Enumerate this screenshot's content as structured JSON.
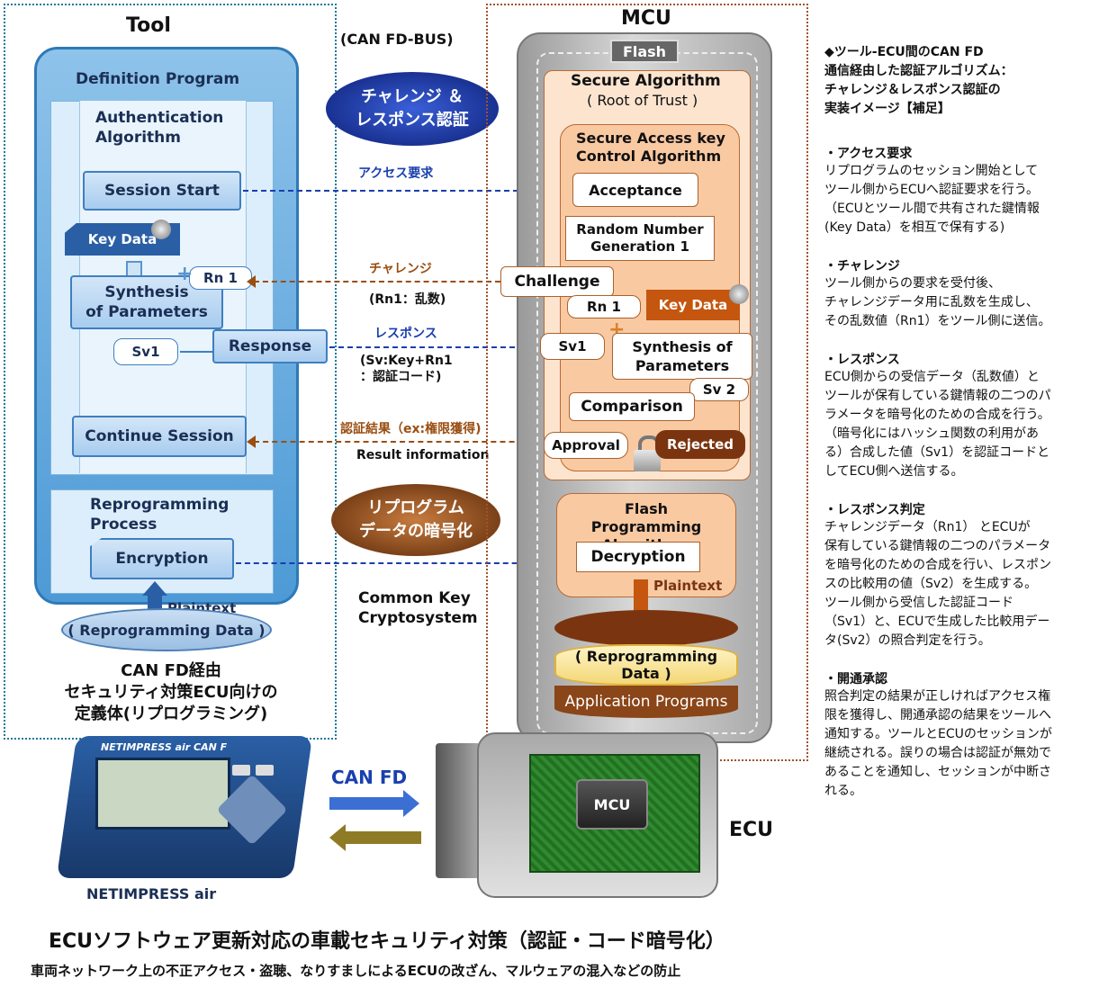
{
  "tool": {
    "title": "Tool",
    "definition_program": "Definition Program",
    "auth_algorithm": "Authentication\nAlgorithm",
    "session_start": "Session Start",
    "key_data": "Key Data",
    "rn1": "Rn 1",
    "synthesis": "Synthesis\nof Parameters",
    "sv1": "Sv1",
    "response": "Response",
    "continue_session": "Continue Session",
    "reprogramming_process": "Reprogramming\nProcess",
    "encryption": "Encryption",
    "plaintext": "Plaintext",
    "reprogramming_data": "( Reprogramming Data )",
    "caption": "CAN FD経由\nセキュリティ対策ECU向けの\n定義体(リプログラミング)"
  },
  "bus": {
    "can_fd_bus": "(CAN FD-BUS)",
    "challenge_response_badge": "チャレンジ ＆\nレスポンス認証",
    "access_request": "アクセス要求",
    "challenge": "チャレンジ",
    "rn1_random": "(Rn1：乱数)",
    "response": "レスポンス",
    "sv_formula": "(Sv:Key+Rn1\n：認証コード)",
    "auth_result": "認証結果（ex:権限獲得)",
    "result_information": "Result information",
    "reprogram_badge": "リプログラム\nデータの暗号化",
    "common_key": "Common Key\nCryptosystem",
    "can_fd": "CAN FD"
  },
  "mcu": {
    "title": "MCU",
    "flash": "Flash",
    "secure_algorithm": "Secure Algorithm",
    "root_of_trust": "( Root of Trust )",
    "secure_access": "Secure Access key\nControl Algorithm",
    "acceptance": "Acceptance",
    "random_gen": "Random Number\nGeneration 1",
    "challenge": "Challenge",
    "rn1": "Rn 1",
    "key_data": "Key Data",
    "sv1": "Sv1",
    "synthesis": "Synthesis of\nParameters",
    "sv2": "Sv 2",
    "comparison": "Comparison",
    "approval": "Approval",
    "rejected": "Rejected",
    "flash_programming": "Flash Programming\nAlgorithms",
    "decryption": "Decryption",
    "plaintext": "Plaintext",
    "reprogramming_data": "( Reprogramming Data )",
    "application_programs": "Application Programs"
  },
  "hardware": {
    "device_brand": "NETIMPRESS air CAN F",
    "device_label": "NETIMPRESS air",
    "mcu_chip": "MCU",
    "ecu": "ECU"
  },
  "notes": {
    "heading": "◆ツール-ECU間のCAN FD\n通信経由した認証アルゴリズム：\nチャレンジ＆レスポンス認証の\n実装イメージ【補足】",
    "items": [
      {
        "title": "・アクセス要求",
        "body": "リプログラムのセッション開始として\nツール側からECUへ認証要求を行う。\n（ECUとツール間で共有された鍵情報\n(Key Data）を相互で保有する)"
      },
      {
        "title": "・チャレンジ",
        "body": "ツール側からの要求を受付後、\nチャレンジデータ用に乱数を生成し、\nその乱数値（Rn1）をツール側に送信。"
      },
      {
        "title": "・レスポンス",
        "body": "ECU側からの受信データ（乱数値）と\nツールが保有している鍵情報の二つのパ\nラメータを暗号化のための合成を行う。\n（暗号化にはハッシュ関数の利用があ\nる）合成した値（Sv1）を認証コードと\nしてECU側へ送信する。"
      },
      {
        "title": "・レスポンス判定",
        "body": "チャレンジデータ（Rn1） とECUが\n保有している鍵情報の二つのパラメータ\nを暗号化のための合成を行い、レスポン\nスの比較用の値（Sv2）を生成する。\nツール側から受信した認証コード\n（Sv1）と、ECUで生成した比較用デー\nタ(Sv2）の照合判定を行う。"
      },
      {
        "title": "・開通承認",
        "body": "照合判定の結果が正しければアクセス権\n限を獲得し、開通承認の結果をツールへ\n通知する。ツールとECUのセッションが\n継続される。誤りの場合は認証が無効で\nあることを通知し、セッションが中断さ\nれる。"
      }
    ]
  },
  "footer": {
    "title": "ECUソフトウェア更新対応の車載セキュリティ対策（認証・コード暗号化）",
    "subtitle": "車両ネットワーク上の不正アクセス・盗聴、なりすましによるECUの改ざん、マルウェアの混入などの防止"
  },
  "colors": {
    "tool_blue": "#4d9ad6",
    "mcu_orange": "#b86a33",
    "arrow_blue": "#1a3fae",
    "arrow_brown": "#9a4e12"
  }
}
